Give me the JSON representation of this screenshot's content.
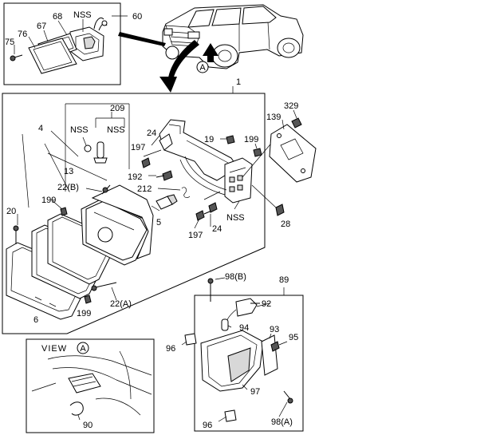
{
  "labels": {
    "l1": "1",
    "l4": "4",
    "l5": "5",
    "l6": "6",
    "l13": "13",
    "l19": "19",
    "l20": "20",
    "l22a": "22(A)",
    "l22b": "22(B)",
    "l24a": "24",
    "l24b": "24",
    "l28": "28",
    "l60": "60",
    "l67": "67",
    "l68": "68",
    "l75": "75",
    "l76": "76",
    "l89": "89",
    "l90": "90",
    "l92": "92",
    "l93": "93",
    "l94": "94",
    "l95": "95",
    "l96a": "96",
    "l96b": "96",
    "l97": "97",
    "l98a": "98(A)",
    "l98b": "98(B)",
    "l139": "139",
    "l192": "192",
    "l197a": "197",
    "l197b": "197",
    "l199a": "199",
    "l199b": "199",
    "l199c": "199",
    "l209": "209",
    "l212": "212",
    "l329": "329",
    "nss_top": "NSS",
    "nss_left": "NSS",
    "nss_right": "NSS",
    "nss_bracket": "NSS"
  },
  "view": {
    "title": "VIEW",
    "marker": "A",
    "arrow_marker": "A"
  }
}
